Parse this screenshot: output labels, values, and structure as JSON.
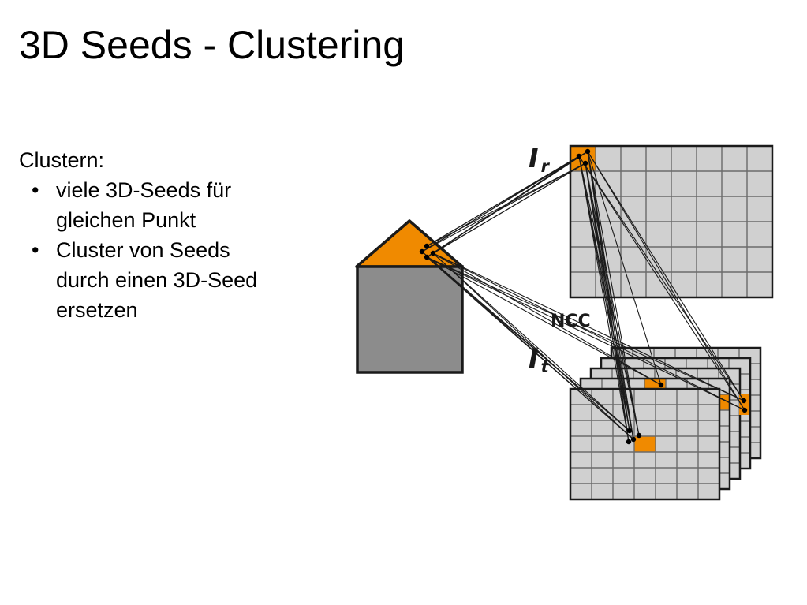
{
  "slide": {
    "title": "3D Seeds - Clustering",
    "intro": "Clustern:",
    "bullets": [
      {
        "symbol": "•",
        "lines": [
          "viele 3D-Seeds für",
          "gleichen Punkt"
        ]
      },
      {
        "symbol": "•",
        "lines": [
          "Cluster von Seeds",
          "durch einen 3D-Seed",
          "ersetzen"
        ]
      }
    ]
  },
  "diagram": {
    "label_reference": "I",
    "label_reference_sub": "r",
    "label_target": "I",
    "label_target_sub": "t",
    "label_ncc": "NCC",
    "colors": {
      "grid_fill": "#d0d0d0",
      "grid_line": "#6a6a6a",
      "highlight": "#f08a00",
      "house_roof": "#f08a00",
      "house_body": "#8c8c8c",
      "outline": "#1a1a1a"
    }
  }
}
